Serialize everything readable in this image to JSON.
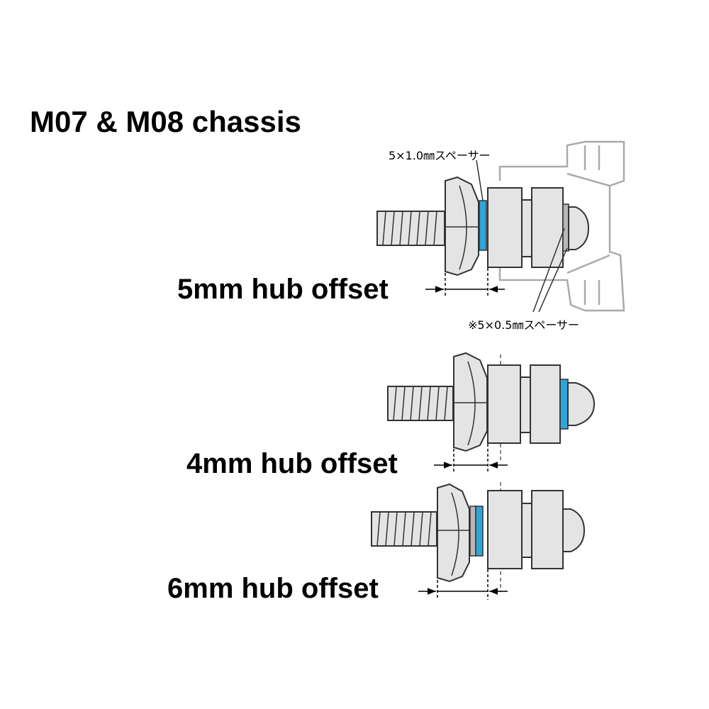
{
  "title": "M07 & M08 chassis",
  "colors": {
    "part_fill": "#e4e4e4",
    "outline": "#333333",
    "spacer_blue": "#2fa5d9",
    "spacer_gray": "#b8b8b8",
    "upright_outline": "#aaaaaa"
  },
  "annotations": {
    "top_spacer_label": "5×1.0㎜スペーサー",
    "bottom_spacer_label": "※5×0.5㎜スペーサー"
  },
  "configurations": [
    {
      "label": "5mm hub offset"
    },
    {
      "label": "4mm hub offset"
    },
    {
      "label": "6mm hub offset"
    }
  ]
}
